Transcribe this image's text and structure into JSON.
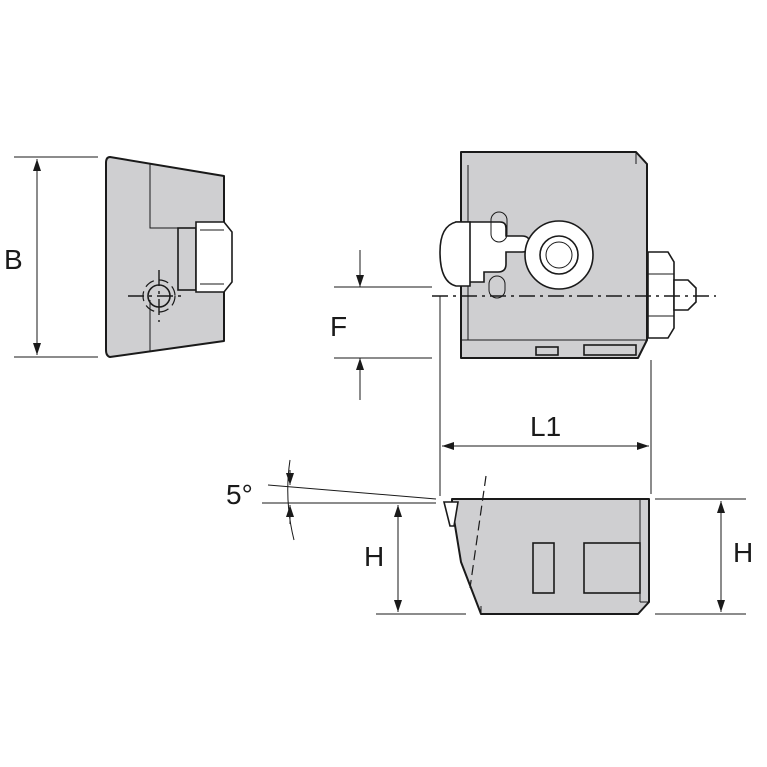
{
  "labels": {
    "B": "B",
    "F": "F",
    "L1": "L1",
    "angle": "5°",
    "H_left": "H",
    "H_right": "H"
  }
}
